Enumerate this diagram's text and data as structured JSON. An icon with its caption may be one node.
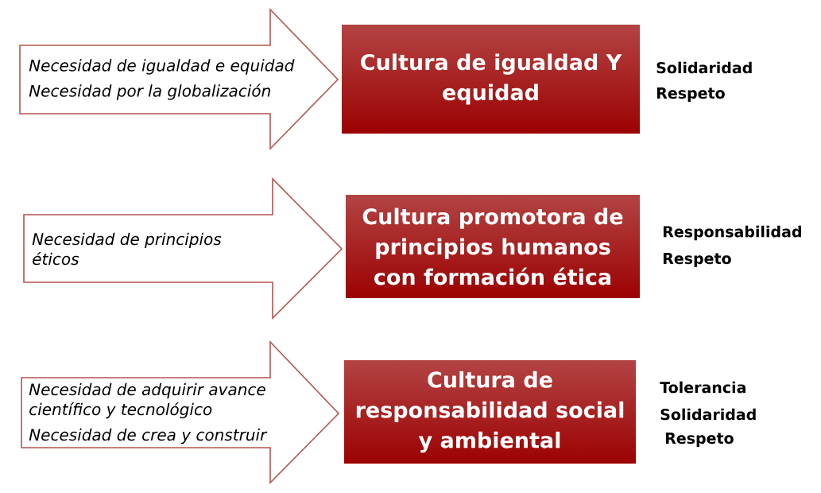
{
  "diagram": {
    "nodes": [
      {
        "text": [
          "Necesidad de igualdad e equidad",
          "Necesidad por la globalización"
        ]
      },
      {
        "text": [
          "Cultura de igualdad Y equidad"
        ],
        "beside": [
          "Solidaridad",
          "Respeto"
        ]
      },
      {
        "text": [
          "Necesidad de principios éticos"
        ]
      },
      {
        "text": [
          "Cultura promotora de principios humanos con formación ética"
        ],
        "beside": [
          "Responsabilidad",
          "Respeto"
        ]
      },
      {
        "text": [
          "Necesidad de adquirir avance científico y tecnológico",
          "Necesidad de crea y construir"
        ]
      },
      {
        "text": [
          "Cultura de responsabilidad social y ambiental"
        ],
        "beside": [
          "Tolerancia",
          "Solidaridad",
          "Respeto"
        ]
      }
    ]
  }
}
